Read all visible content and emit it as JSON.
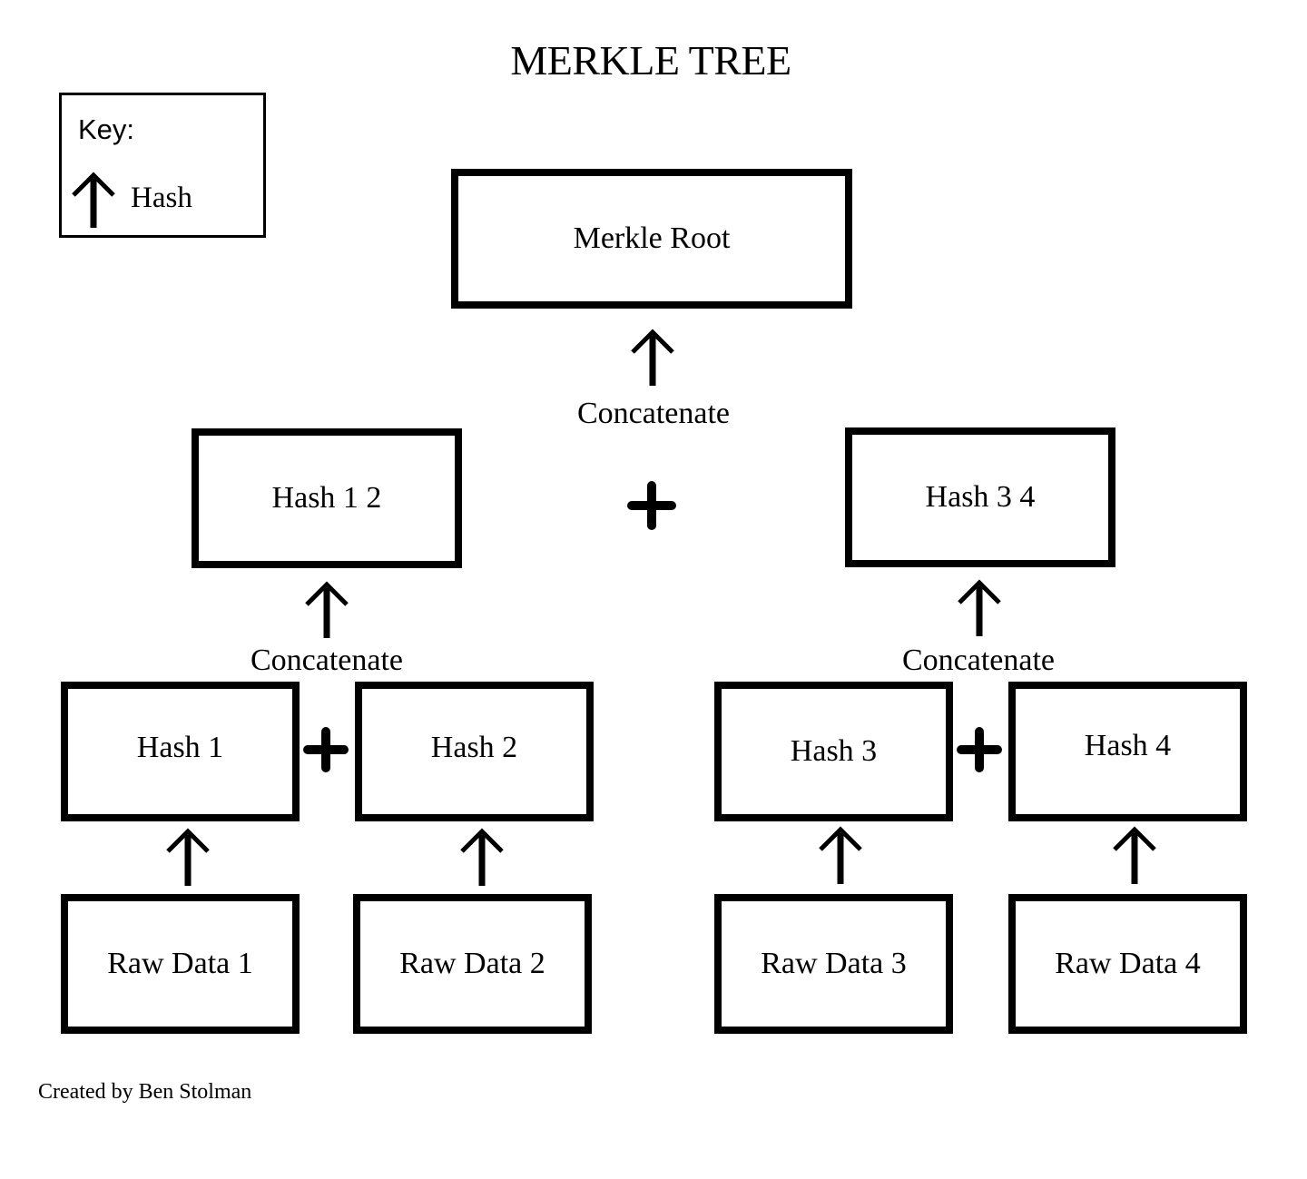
{
  "title": "MERKLE TREE",
  "key": {
    "title": "Key:",
    "arrow_icon": "up-arrow-icon",
    "arrow_label": "Hash"
  },
  "nodes": {
    "root": "Merkle Root",
    "hash12": "Hash 1 2",
    "hash34": "Hash 3 4",
    "hash1": "Hash 1",
    "hash2": "Hash 2",
    "hash3": "Hash 3",
    "hash4": "Hash 4",
    "raw1": "Raw Data 1",
    "raw2": "Raw Data 2",
    "raw3": "Raw Data 3",
    "raw4": "Raw Data 4"
  },
  "operations": {
    "concatenate": "Concatenate"
  },
  "footer": "Created by Ben Stolman",
  "colors": {
    "stroke": "#000000",
    "background": "#ffffff"
  }
}
